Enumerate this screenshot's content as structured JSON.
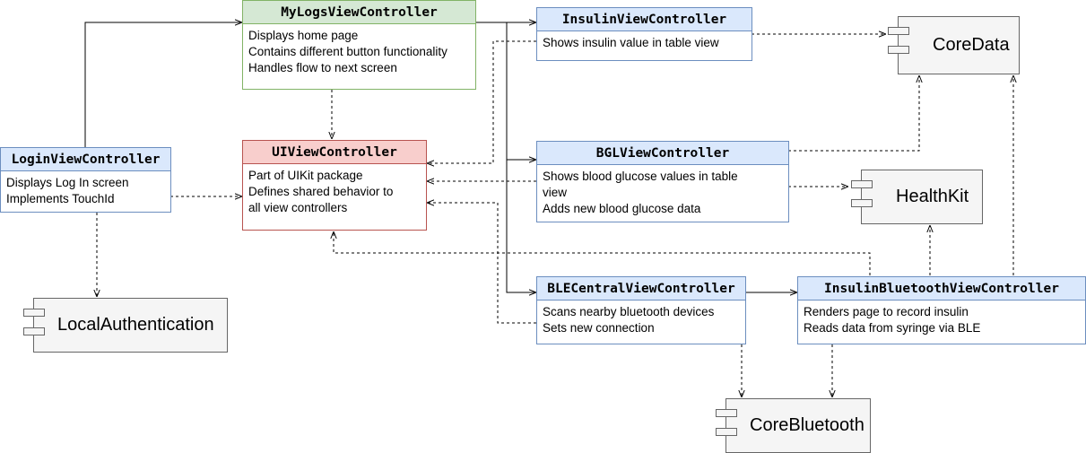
{
  "classes": {
    "mylogs": {
      "title": "MyLogsViewController",
      "lines": [
        "Displays home page",
        "Contains different button functionality",
        "Handles flow to next screen"
      ]
    },
    "insulin": {
      "title": "InsulinViewController",
      "lines": [
        "Shows insulin value in table view"
      ]
    },
    "uiview": {
      "title": "UIViewController",
      "lines": [
        "Part of UIKit package",
        "Defines shared behavior to",
        "all view controllers"
      ]
    },
    "login": {
      "title": "LoginViewController",
      "lines": [
        "Displays Log In screen",
        "Implements TouchId"
      ]
    },
    "bgl": {
      "title": "BGLViewController",
      "lines": [
        "Shows blood glucose values in table",
        "view",
        "Adds new blood glucose data"
      ]
    },
    "blecentral": {
      "title": "BLECentralViewController",
      "lines": [
        "Scans nearby bluetooth devices",
        "Sets new connection"
      ]
    },
    "insulinble": {
      "title": "InsulinBluetoothViewController",
      "lines": [
        "Renders page to record insulin",
        "Reads data from syringe via BLE"
      ]
    }
  },
  "components": {
    "coredata": "CoreData",
    "healthkit": "HealthKit",
    "localauth": "LocalAuthentication",
    "corebluetooth": "CoreBluetooth"
  },
  "colors": {
    "green_fill": "#d5e8d4",
    "green_stroke": "#82b366",
    "blue_fill": "#dae8fc",
    "blue_stroke": "#6c8ebf",
    "red_fill": "#f8cecc",
    "red_stroke": "#b85450",
    "component_fill": "#f5f5f5",
    "component_stroke": "#666666"
  }
}
